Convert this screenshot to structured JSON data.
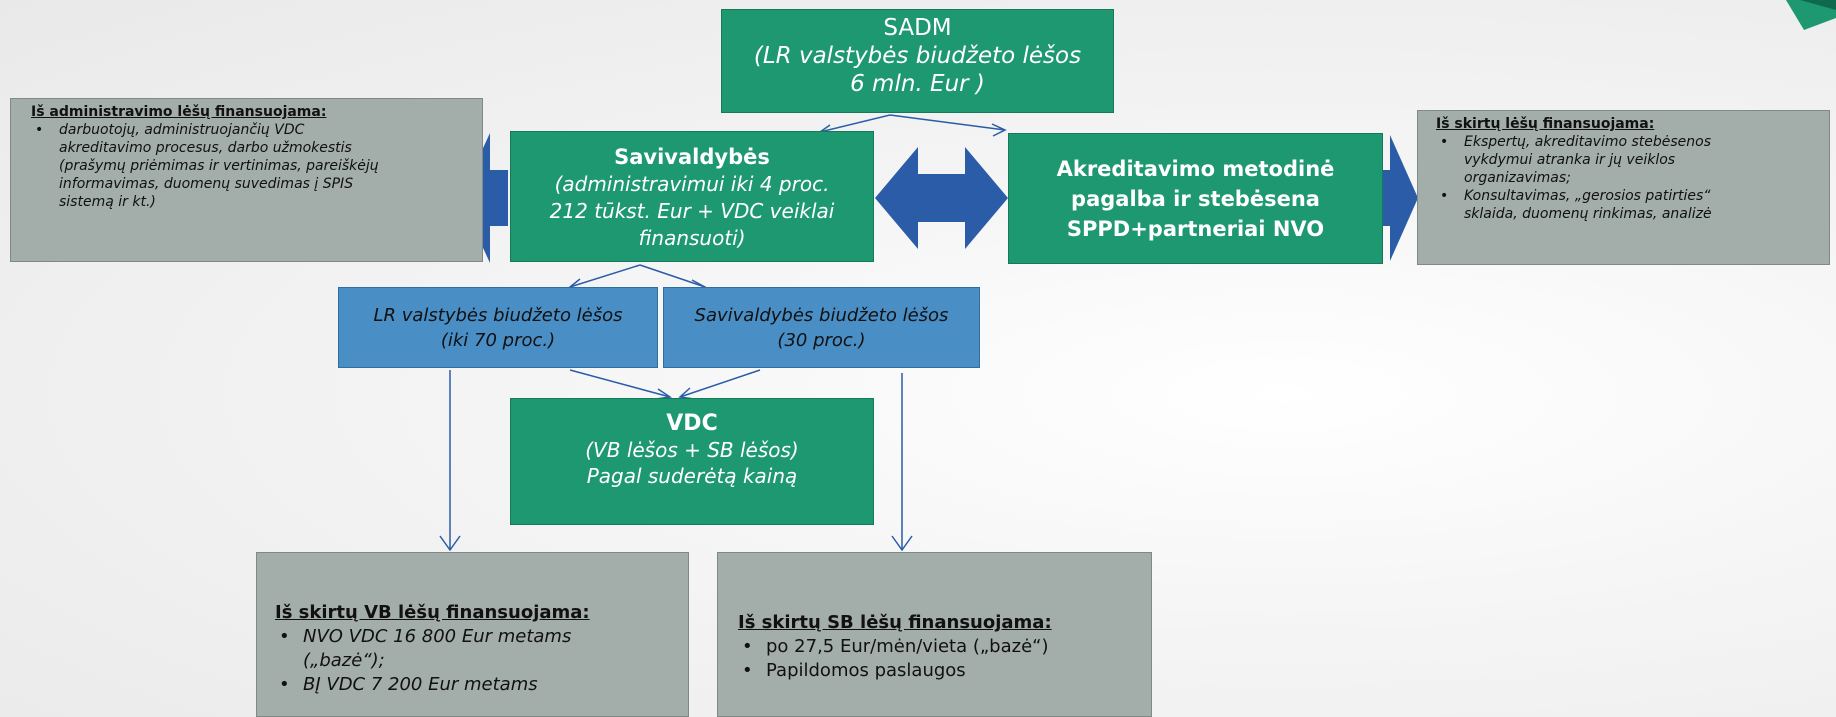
{
  "colors": {
    "green_box": "#1e9870",
    "blue_box": "#4a8ec6",
    "grey_box": "#a3ada9",
    "arrow_blue": "#2a5ca8",
    "corner_accent": "#1e9870"
  },
  "sadm": {
    "title": "SADM",
    "line1": "(LR valstybės biudžeto lėšos",
    "line2": "6 mln. Eur )"
  },
  "savivaldybes": {
    "title": "Savivaldybės",
    "line1": "(administravimui iki 4 proc.",
    "line2": "212 tūkst. Eur + VDC veiklai",
    "line3": "finansuoti)"
  },
  "akreditavimas": {
    "line1": "Akreditavimo metodinė",
    "line2": "pagalba ir stebėsena",
    "line3": "SPPD+partneriai NVO"
  },
  "lr_budget": {
    "line1": "LR valstybės biudžeto lėšos",
    "line2": "(iki 70 proc.)"
  },
  "sav_budget": {
    "line1": "Savivaldybės biudžeto lėšos",
    "line2": "(30 proc.)"
  },
  "vdc": {
    "title": "VDC",
    "line1": "(VB lėšos  + SB lėšos)",
    "line2": "Pagal suderėtą kainą"
  },
  "admin_info": {
    "heading": "Iš administravimo lėšų finansuojama:",
    "lines": [
      "darbuotojų, administruojančių VDC",
      "akreditavimo procesus, darbo užmokestis",
      "(prašymų priėmimas ir vertinimas, pareiškėjų",
      "informavimas, duomenų suvedimas į SPIS",
      "sistemą ir kt.)"
    ]
  },
  "skirtu_info": {
    "heading": "Iš skirtų lėšų finansuojama:",
    "item1": [
      "Ekspertų, akreditavimo stebėsenos",
      "vykdymui atranka ir jų veiklos",
      "organizavimas;"
    ],
    "item2": [
      "Konsultavimas, „gerosios patirties“",
      "sklaida, duomenų rinkimas, analizė"
    ]
  },
  "vb_info": {
    "heading": "Iš skirtų VB lėšų finansuojama:",
    "item1": [
      "NVO VDC 16 800 Eur metams",
      "(„bazė“);"
    ],
    "item2": "BĮ VDC 7 200 Eur metams"
  },
  "sb_info": {
    "heading": "Iš skirtų SB lėšų finansuojama:",
    "item1": "po 27,5 Eur/mėn/vieta („bazė“)",
    "item2": "Papildomos paslaugos"
  }
}
